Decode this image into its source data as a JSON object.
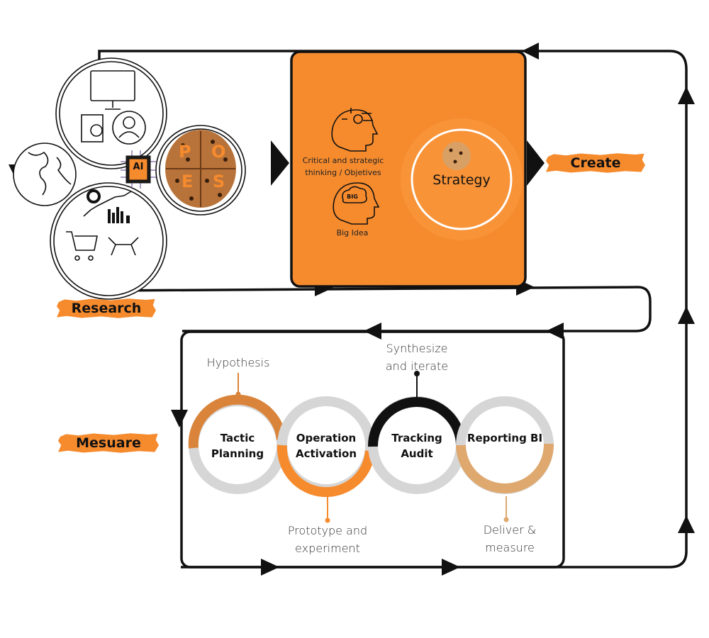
{
  "stages": {
    "research": "Research",
    "create": "Create",
    "measure": "Mesuare"
  },
  "strategy_box": {
    "thinking_label": "Critical and strategic thinking / Objetives",
    "big_icon_text": "BIG",
    "big_idea_label": "Big Idea",
    "strategy_label": "Strategy"
  },
  "research_cluster": {
    "ai_chip_label": "AI",
    "poes_letters": [
      "P",
      "O",
      "E",
      "S"
    ]
  },
  "cycle": {
    "steps": [
      {
        "title": "Tactic Planning",
        "note": "Hypothesis"
      },
      {
        "title": "Operation Activation",
        "note": "Prototype and experiment"
      },
      {
        "title": "Tracking Audit",
        "note": "Synthesize and iterate"
      },
      {
        "title": "Reporting BI",
        "note": "Deliver & measure"
      }
    ]
  },
  "colors": {
    "orange": "#f68b2e",
    "dark_orange": "#d9843a",
    "tan": "#dea86f",
    "grey": "#d6d6d6",
    "black": "#111111"
  }
}
